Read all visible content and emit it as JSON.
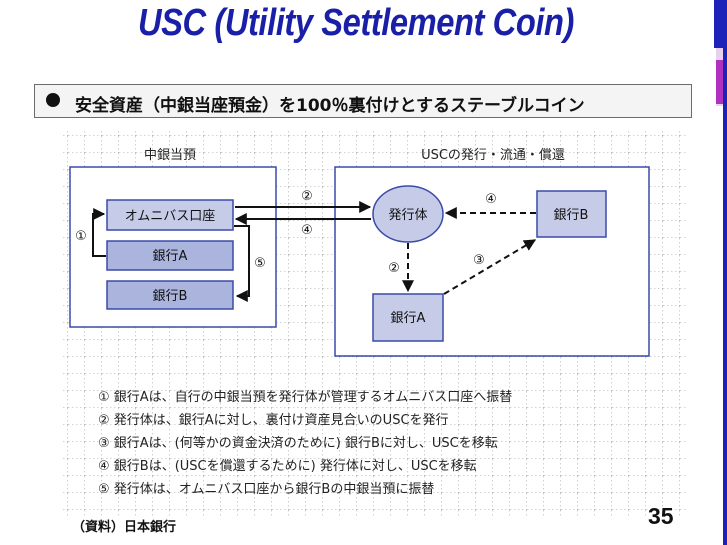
{
  "title": "USC (Utility Settlement Coin)",
  "bullet": "安全資産（中銀当座預金）を100％裏付けとするステーブルコイン",
  "diagram": {
    "left_group": "中銀当預",
    "right_group": "USCの発行・流通・償還",
    "omnibus": "オムニバス口座",
    "bank_a_left": "銀行A",
    "bank_b_left": "銀行B",
    "issuer": "発行体",
    "bank_b_right": "銀行B",
    "bank_a_right": "銀行A",
    "label_1": "①",
    "label_2_top": "②",
    "label_4_top": "④",
    "label_5": "⑤",
    "label_4_right": "④",
    "label_2_down": "②",
    "label_3": "③"
  },
  "steps": [
    "①  銀行Aは、自行の中銀当預を発行体が管理するオムニバス口座へ振替",
    "②  発行体は、銀行Aに対し、裏付け資産見合いのUSCを発行",
    "③  銀行Aは、(何等かの資金決済のために) 銀行Bに対し、USCを移転",
    "④  銀行Bは、(USCを償還するために) 発行体に対し、USCを移転",
    "⑤  発行体は、オムニバス口座から銀行Bの中銀当預に振替"
  ],
  "source": "（資料）日本銀行",
  "page_number": "35",
  "colors": {
    "title": "#1a1fa8",
    "box_border": "#3a4aa8",
    "box_fill": "#c6cce8",
    "box_fill_dark": "#aab4dc"
  }
}
